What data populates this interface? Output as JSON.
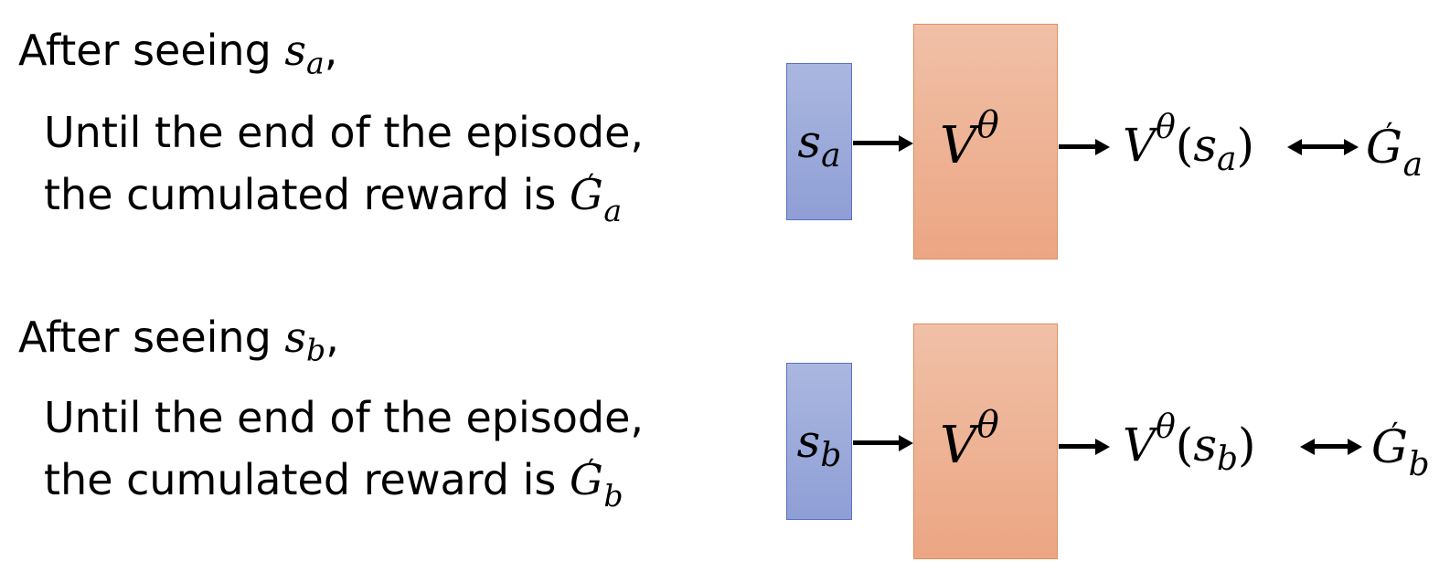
{
  "rows": [
    {
      "heading_prefix": "After seeing",
      "state": "s",
      "state_sub": "a",
      "heading_suffix": ",",
      "line2": "Until the end of the episode,",
      "line3_prefix": "the cumulated reward is",
      "return_symbol": "G",
      "return_prime": "′",
      "return_sub": "a",
      "model_symbol": "V",
      "model_sup": "θ",
      "output_open": "(",
      "output_close": ")"
    },
    {
      "heading_prefix": "After seeing",
      "state": "s",
      "state_sub": "b",
      "heading_suffix": ",",
      "line2": "Until the end of the episode,",
      "line3_prefix": "the cumulated reward is",
      "return_symbol": "G",
      "return_prime": "′",
      "return_sub": "b",
      "model_symbol": "V",
      "model_sup": "θ",
      "output_open": "(",
      "output_close": ")"
    }
  ],
  "colors": {
    "input_fill": "#9aa9da",
    "input_border": "#5a72c4",
    "model_fill": "#eeb394",
    "model_border": "#df8f60"
  }
}
